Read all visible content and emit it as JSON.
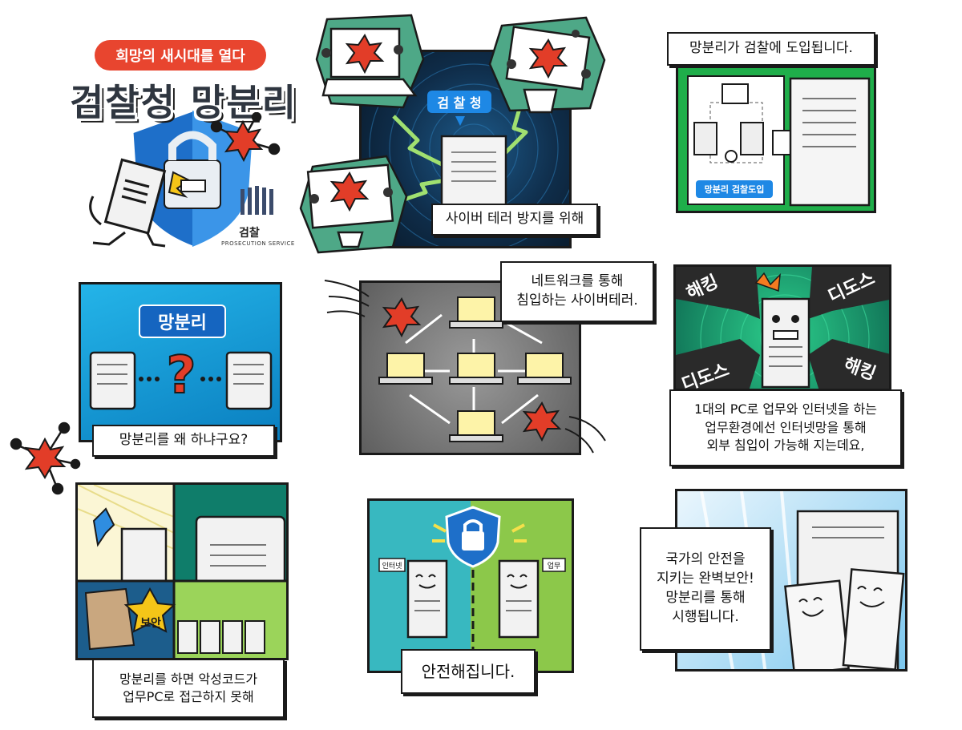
{
  "title_pill": "희망의 새시대를 열다",
  "main_title": "검찰청 망분리",
  "logo": {
    "name": "검찰",
    "sub": "PROSECUTION SERVICE"
  },
  "panel2": {
    "tag": "검 찰 청",
    "caption": "사이버 테러 방지를 위해"
  },
  "panel3": {
    "caption": "망분리가 검찰에 도입됩니다.",
    "badge": "망분리 검찰도입"
  },
  "panel4": {
    "tag": "망분리",
    "caption": "망분리를 왜 하냐구요?"
  },
  "panel5": {
    "caption_lines": [
      "네트워크를 통해",
      "침입하는 사이버테러."
    ]
  },
  "panel6": {
    "labels": [
      "해킹",
      "디도스",
      "디도스",
      "해킹"
    ],
    "caption_lines": [
      "1대의 PC로 업무와 인터넷을 하는",
      "업무환경에선 인터넷망을 통해",
      "외부 침입이 가능해 지는데요,"
    ]
  },
  "panel7": {
    "badge": "보안",
    "caption_lines": [
      "망분리를 하면 악성코드가",
      "업무PC로 접근하지 못해"
    ]
  },
  "panel8": {
    "sign_left": "인터넷",
    "sign_right": "업무",
    "caption": "안전해집니다."
  },
  "panel9": {
    "caption_lines": [
      "국가의 안전을",
      "지키는 완벽보안!",
      "망분리를 통해",
      "시행됩니다."
    ]
  },
  "colors": {
    "accent_red": "#e8452f",
    "brand_blue": "#1e88e5",
    "green": "#1fae4a",
    "teal": "#2bb39a"
  }
}
